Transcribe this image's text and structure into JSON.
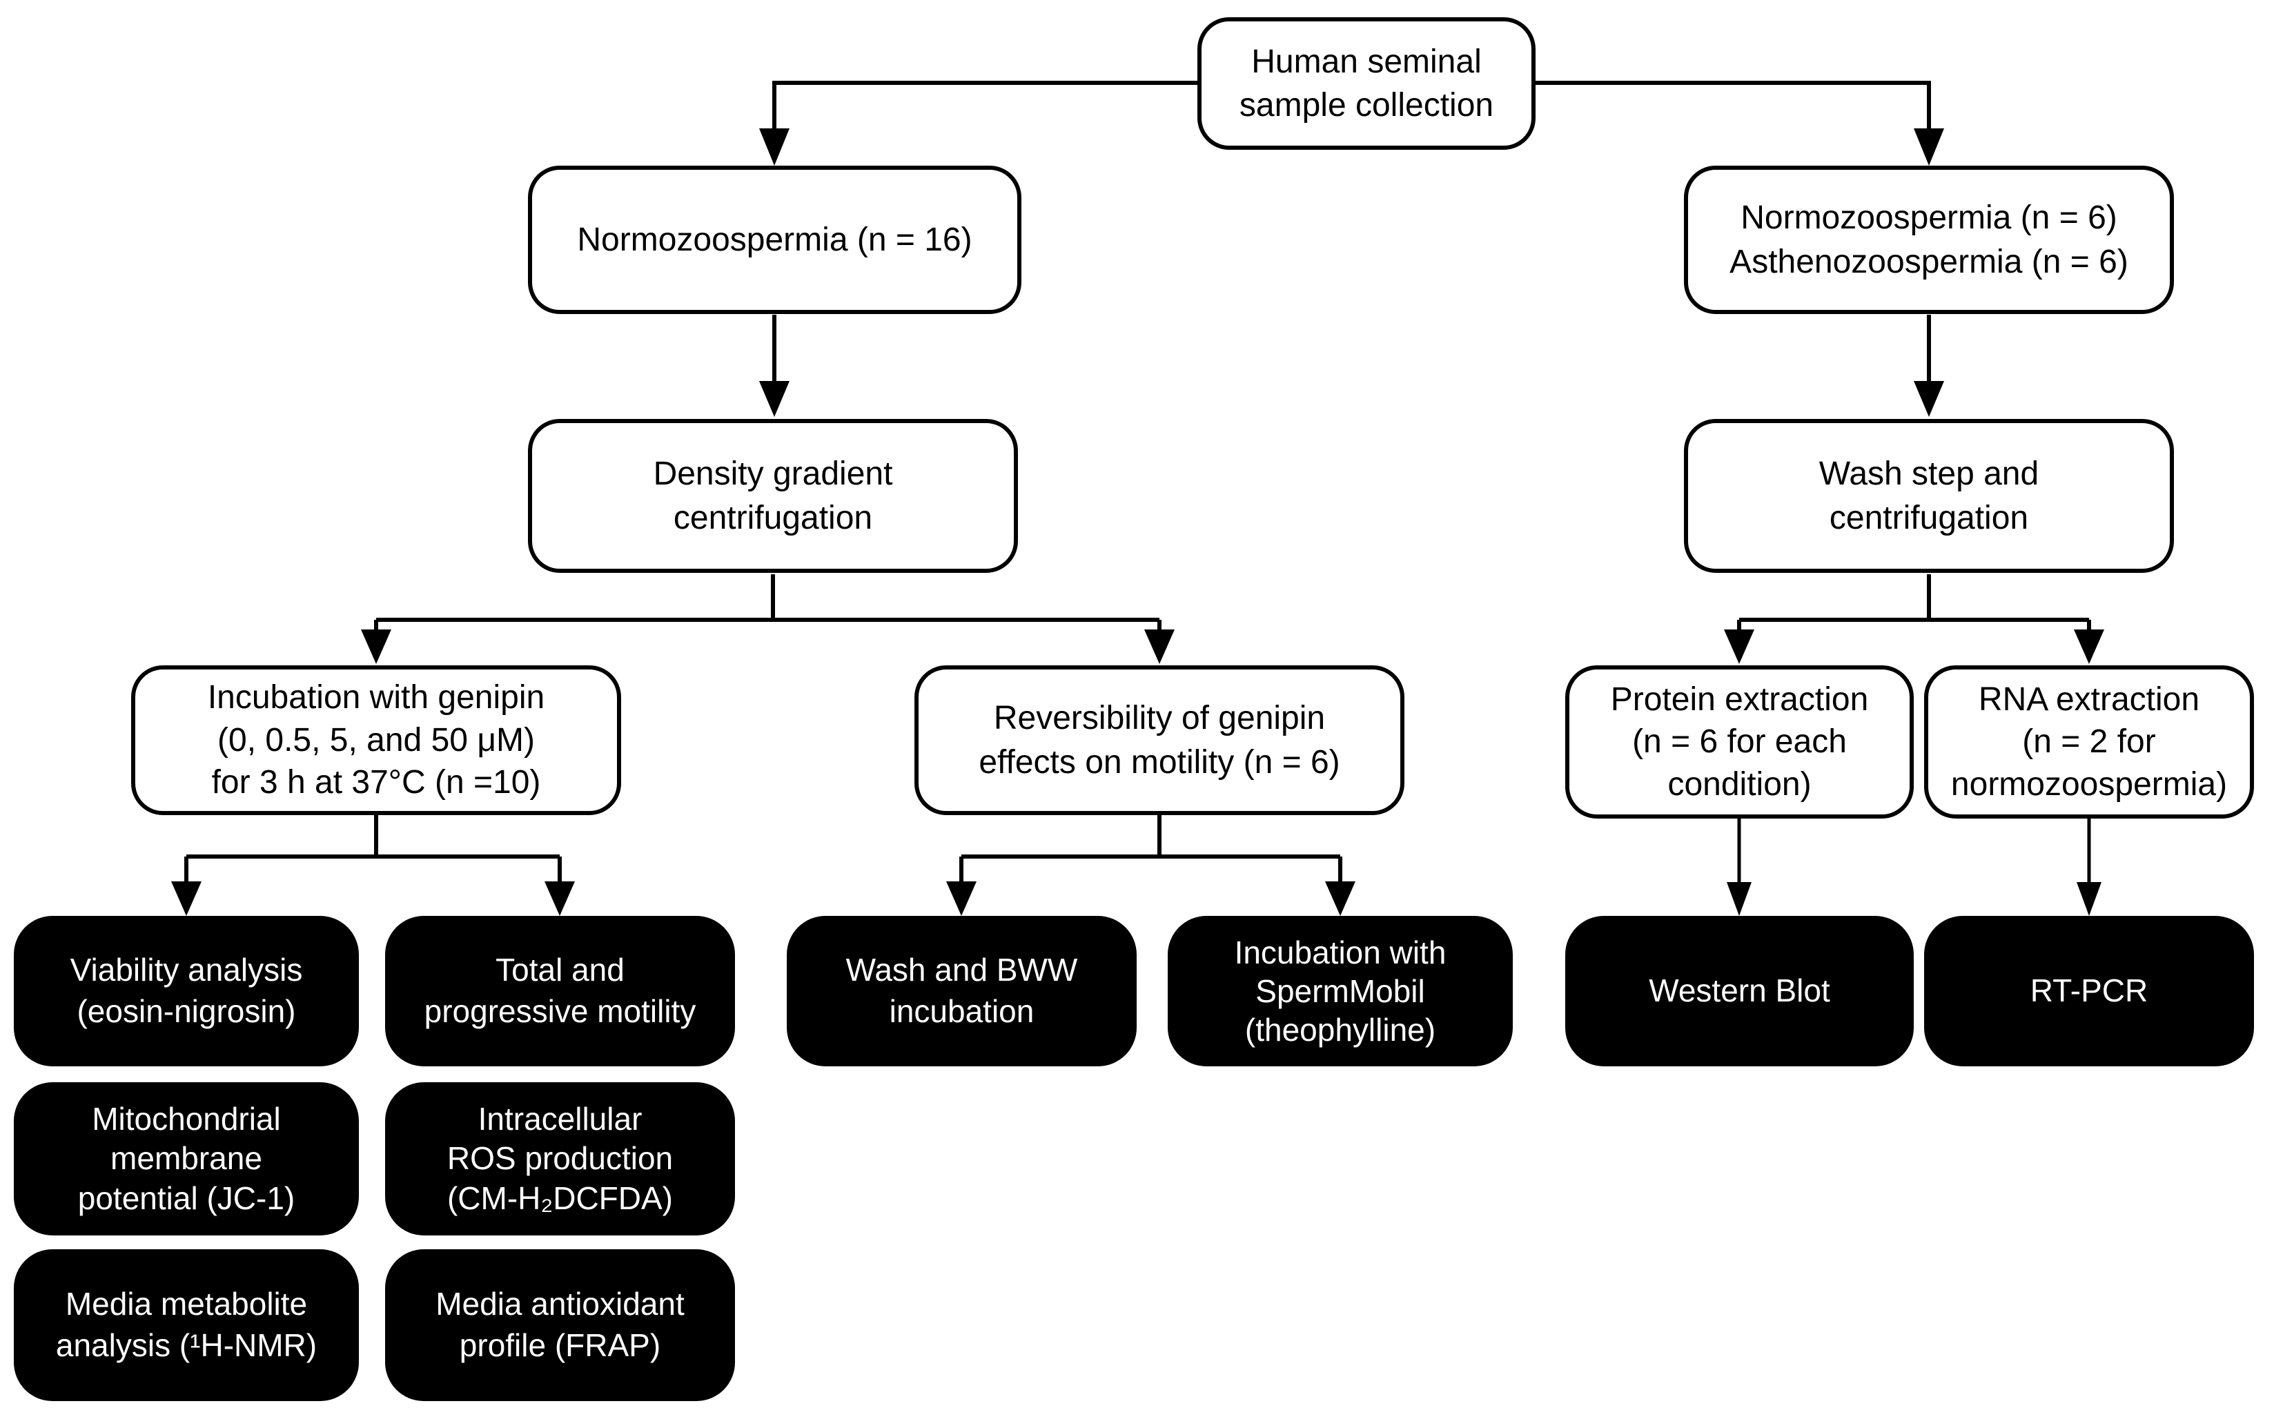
{
  "diagram": {
    "title": "Human seminal sample study design flowchart",
    "colors": {
      "line": "#000000",
      "process_box_bg": "#ffffff",
      "process_box_border": "#000000",
      "endpoint_box_bg": "#000000",
      "endpoint_box_text": "#ffffff"
    },
    "nodes": {
      "collection": {
        "label": "Human seminal\nsample collection"
      },
      "normo16": {
        "label": "Normozoospermia (n = 16)"
      },
      "normo6astheno": {
        "label": "Normozoospermia (n = 6)\nAsthenozoospermia (n = 6)"
      },
      "density": {
        "label": "Density gradient\ncentrifugation"
      },
      "washstep": {
        "label": "Wash step and\ncentrifugation"
      },
      "genipin": {
        "label": "Incubation with genipin\n(0, 0.5, 5, and 50 μM)\nfor 3 h at 37°C (n =10)"
      },
      "reversibility": {
        "label": "Reversibility of genipin\neffects on motility (n = 6)"
      },
      "protein": {
        "label": "Protein extraction\n(n = 6 for each\ncondition)"
      },
      "rna": {
        "label": "RNA extraction\n(n = 2 for\nnormozoospermia)"
      },
      "viability": {
        "label": "Viability analysis\n(eosin-nigrosin)"
      },
      "motility": {
        "label": "Total and\nprogressive motility"
      },
      "mito": {
        "label": "Mitochondrial\nmembrane\npotential (JC-1)"
      },
      "ros": {
        "label": "Intracellular\nROS production\n(CM-H₂DCFDA)"
      },
      "metabolite": {
        "label": "Media metabolite\nanalysis (¹H-NMR)"
      },
      "frap": {
        "label": "Media antioxidant\nprofile (FRAP)"
      },
      "washbww": {
        "label": "Wash and BWW\nincubation"
      },
      "spermmobil": {
        "label": "Incubation with\nSpermMobil\n(theophylline)"
      },
      "western": {
        "label": "Western Blot"
      },
      "rtpcr": {
        "label": "RT-PCR"
      }
    }
  }
}
